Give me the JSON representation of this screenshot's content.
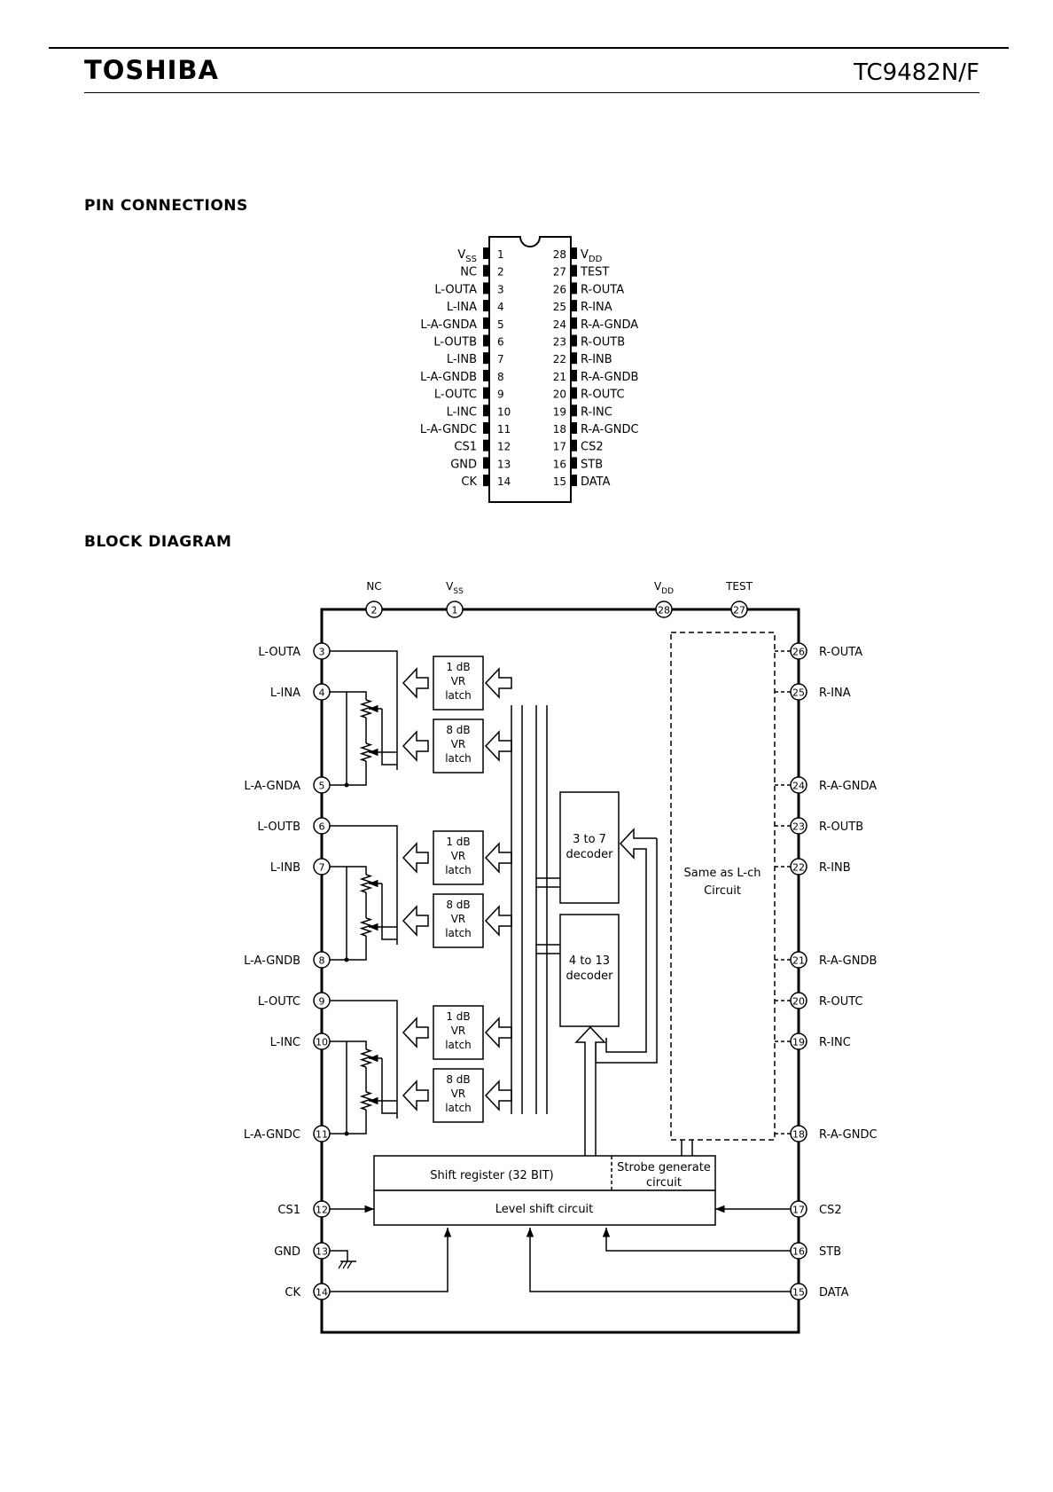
{
  "header": {
    "brand": "TOSHIBA",
    "part_number": "TC9482N/F"
  },
  "sections": {
    "pin_connections": "PIN CONNECTIONS",
    "block_diagram": "BLOCK DIAGRAM"
  },
  "pinout": {
    "left": [
      {
        "num": "1",
        "name": "VSS"
      },
      {
        "num": "2",
        "name": "NC"
      },
      {
        "num": "3",
        "name": "L-OUTA"
      },
      {
        "num": "4",
        "name": "L-INA"
      },
      {
        "num": "5",
        "name": "L-A-GNDA"
      },
      {
        "num": "6",
        "name": "L-OUTB"
      },
      {
        "num": "7",
        "name": "L-INB"
      },
      {
        "num": "8",
        "name": "L-A-GNDB"
      },
      {
        "num": "9",
        "name": "L-OUTC"
      },
      {
        "num": "10",
        "name": "L-INC"
      },
      {
        "num": "11",
        "name": "L-A-GNDC"
      },
      {
        "num": "12",
        "name": "CS1"
      },
      {
        "num": "13",
        "name": "GND"
      },
      {
        "num": "14",
        "name": "CK"
      }
    ],
    "right": [
      {
        "num": "28",
        "name": "VDD"
      },
      {
        "num": "27",
        "name": "TEST"
      },
      {
        "num": "26",
        "name": "R-OUTA"
      },
      {
        "num": "25",
        "name": "R-INA"
      },
      {
        "num": "24",
        "name": "R-A-GNDA"
      },
      {
        "num": "23",
        "name": "R-OUTB"
      },
      {
        "num": "22",
        "name": "R-INB"
      },
      {
        "num": "21",
        "name": "R-A-GNDB"
      },
      {
        "num": "20",
        "name": "R-OUTC"
      },
      {
        "num": "19",
        "name": "R-INC"
      },
      {
        "num": "18",
        "name": "R-A-GNDC"
      },
      {
        "num": "17",
        "name": "CS2"
      },
      {
        "num": "16",
        "name": "STB"
      },
      {
        "num": "15",
        "name": "DATA"
      }
    ]
  },
  "block": {
    "top_pins": [
      {
        "num": "2",
        "name": "NC"
      },
      {
        "num": "1",
        "name": "VSS"
      },
      {
        "num": "28",
        "name": "VDD"
      },
      {
        "num": "27",
        "name": "TEST"
      }
    ],
    "left_pins": [
      {
        "num": "3",
        "name": "L-OUTA"
      },
      {
        "num": "4",
        "name": "L-INA"
      },
      {
        "num": "5",
        "name": "L-A-GNDA"
      },
      {
        "num": "6",
        "name": "L-OUTB"
      },
      {
        "num": "7",
        "name": "L-INB"
      },
      {
        "num": "8",
        "name": "L-A-GNDB"
      },
      {
        "num": "9",
        "name": "L-OUTC"
      },
      {
        "num": "10",
        "name": "L-INC"
      },
      {
        "num": "11",
        "name": "L-A-GNDC"
      },
      {
        "num": "12",
        "name": "CS1"
      },
      {
        "num": "13",
        "name": "GND"
      },
      {
        "num": "14",
        "name": "CK"
      }
    ],
    "right_pins": [
      {
        "num": "26",
        "name": "R-OUTA"
      },
      {
        "num": "25",
        "name": "R-INA"
      },
      {
        "num": "24",
        "name": "R-A-GNDA"
      },
      {
        "num": "23",
        "name": "R-OUTB"
      },
      {
        "num": "22",
        "name": "R-INB"
      },
      {
        "num": "21",
        "name": "R-A-GNDB"
      },
      {
        "num": "20",
        "name": "R-OUTC"
      },
      {
        "num": "19",
        "name": "R-INC"
      },
      {
        "num": "18",
        "name": "R-A-GNDC"
      },
      {
        "num": "17",
        "name": "CS2"
      },
      {
        "num": "16",
        "name": "STB"
      },
      {
        "num": "15",
        "name": "DATA"
      }
    ],
    "latch_1db": [
      "1 dB",
      "VR",
      "latch"
    ],
    "latch_8db": [
      "8 dB",
      "VR",
      "latch"
    ],
    "dec37": [
      "3 to 7",
      "decoder"
    ],
    "dec413": [
      "4 to 13",
      "decoder"
    ],
    "same_as": [
      "Same as L-ch",
      "Circuit"
    ],
    "shift_register": "Shift register (32 BIT)",
    "strobe": [
      "Strobe generate",
      "circuit"
    ],
    "level_shift": "Level shift circuit"
  }
}
